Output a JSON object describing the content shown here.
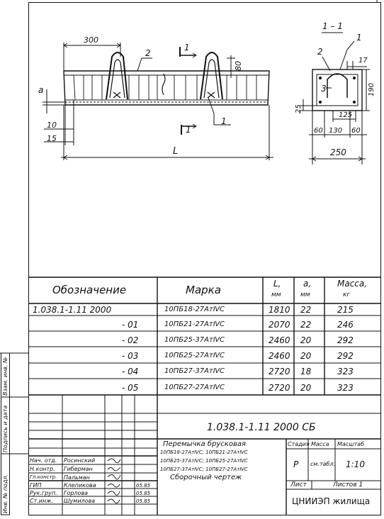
{
  "drawing": {
    "section_label": "1 – 1",
    "dims": {
      "d300": "300",
      "d80": "80",
      "a": "a",
      "d10": "10",
      "d15": "15",
      "L": "L",
      "cut1_top": "1",
      "cut1_bottom": "1",
      "pos1": "1",
      "pos2": "2",
      "pos3": "3",
      "sec_pos1": "1",
      "sec_pos2": "2",
      "s17": "17",
      "s190": "190",
      "s25": "25",
      "s125": "125",
      "s60a": "60",
      "s130": "130",
      "s60b": "60",
      "s250": "250"
    }
  },
  "spec": {
    "headers": {
      "designation": "Обозначение",
      "mark": "Марка",
      "L": "L,",
      "L_unit": "мм",
      "a": "a,",
      "a_unit": "мм",
      "mass": "Масса,",
      "mass_unit": "кг"
    },
    "rows": [
      {
        "designation": "1.038.1-1.11 2000",
        "mark": "10ПБ18-27АтⅣС",
        "L": "1810",
        "a": "22",
        "mass": "215"
      },
      {
        "designation": "- 01",
        "mark": "10ПБ21-27АтⅣС",
        "L": "2070",
        "a": "22",
        "mass": "246"
      },
      {
        "designation": "- 02",
        "mark": "10ПБ25-37АтⅣС",
        "L": "2460",
        "a": "20",
        "mass": "292"
      },
      {
        "designation": "- 03",
        "mark": "10ПБ25-27АтⅣС",
        "L": "2460",
        "a": "20",
        "mass": "292"
      },
      {
        "designation": "- 04",
        "mark": "10ПБ27-37АтⅣС",
        "L": "2720",
        "a": "18",
        "mass": "323"
      },
      {
        "designation": "- 05",
        "mark": "10ПБ27-27АтⅣС",
        "L": "2720",
        "a": "20",
        "mass": "323"
      }
    ]
  },
  "title_block": {
    "doc_code": "1.038.1-1.11  2000 СБ",
    "title_line1": "Перемычка брусковая",
    "title_line2": "10ПБ18-27АтⅣС; 10ПБ21-27АтⅣС",
    "title_line3": "10ПБ25-37АтⅣС; 10ПБ25-27АтⅣС",
    "title_line4": "10ПБ27-37АтⅣС; 10ПБ27-27АтⅣС",
    "title_line5": "Сборочный чертеж",
    "stage_label": "Стадия",
    "mass_label": "Масса",
    "scale_label": "Масштаб",
    "stage_value": "Р",
    "mass_value": "см.табл.",
    "scale_value": "1:10",
    "sheet_label": "Лист",
    "sheets_label": "Листов 1",
    "org": "ЦНИИЭП жилища",
    "roles": [
      {
        "role": "Нач. отд.",
        "name": "Росинский",
        "date": ""
      },
      {
        "role": "Н.контр.",
        "name": "Гиберман",
        "date": ""
      },
      {
        "role": "Гл.констр.",
        "name": "Пальман",
        "date": ""
      },
      {
        "role": "ГИП",
        "name": "Клепикова",
        "date": "05.85"
      },
      {
        "role": "Рук.груп.",
        "name": "Горлова",
        "date": "05.85"
      },
      {
        "role": "Ст.инж.",
        "name": "Шумилова",
        "date": "05.85"
      }
    ]
  },
  "side_stamp": {
    "inv_podl": "Инв. № подл.",
    "podpis": "Подпись и дата",
    "vzam": "Взам. инв. №"
  }
}
